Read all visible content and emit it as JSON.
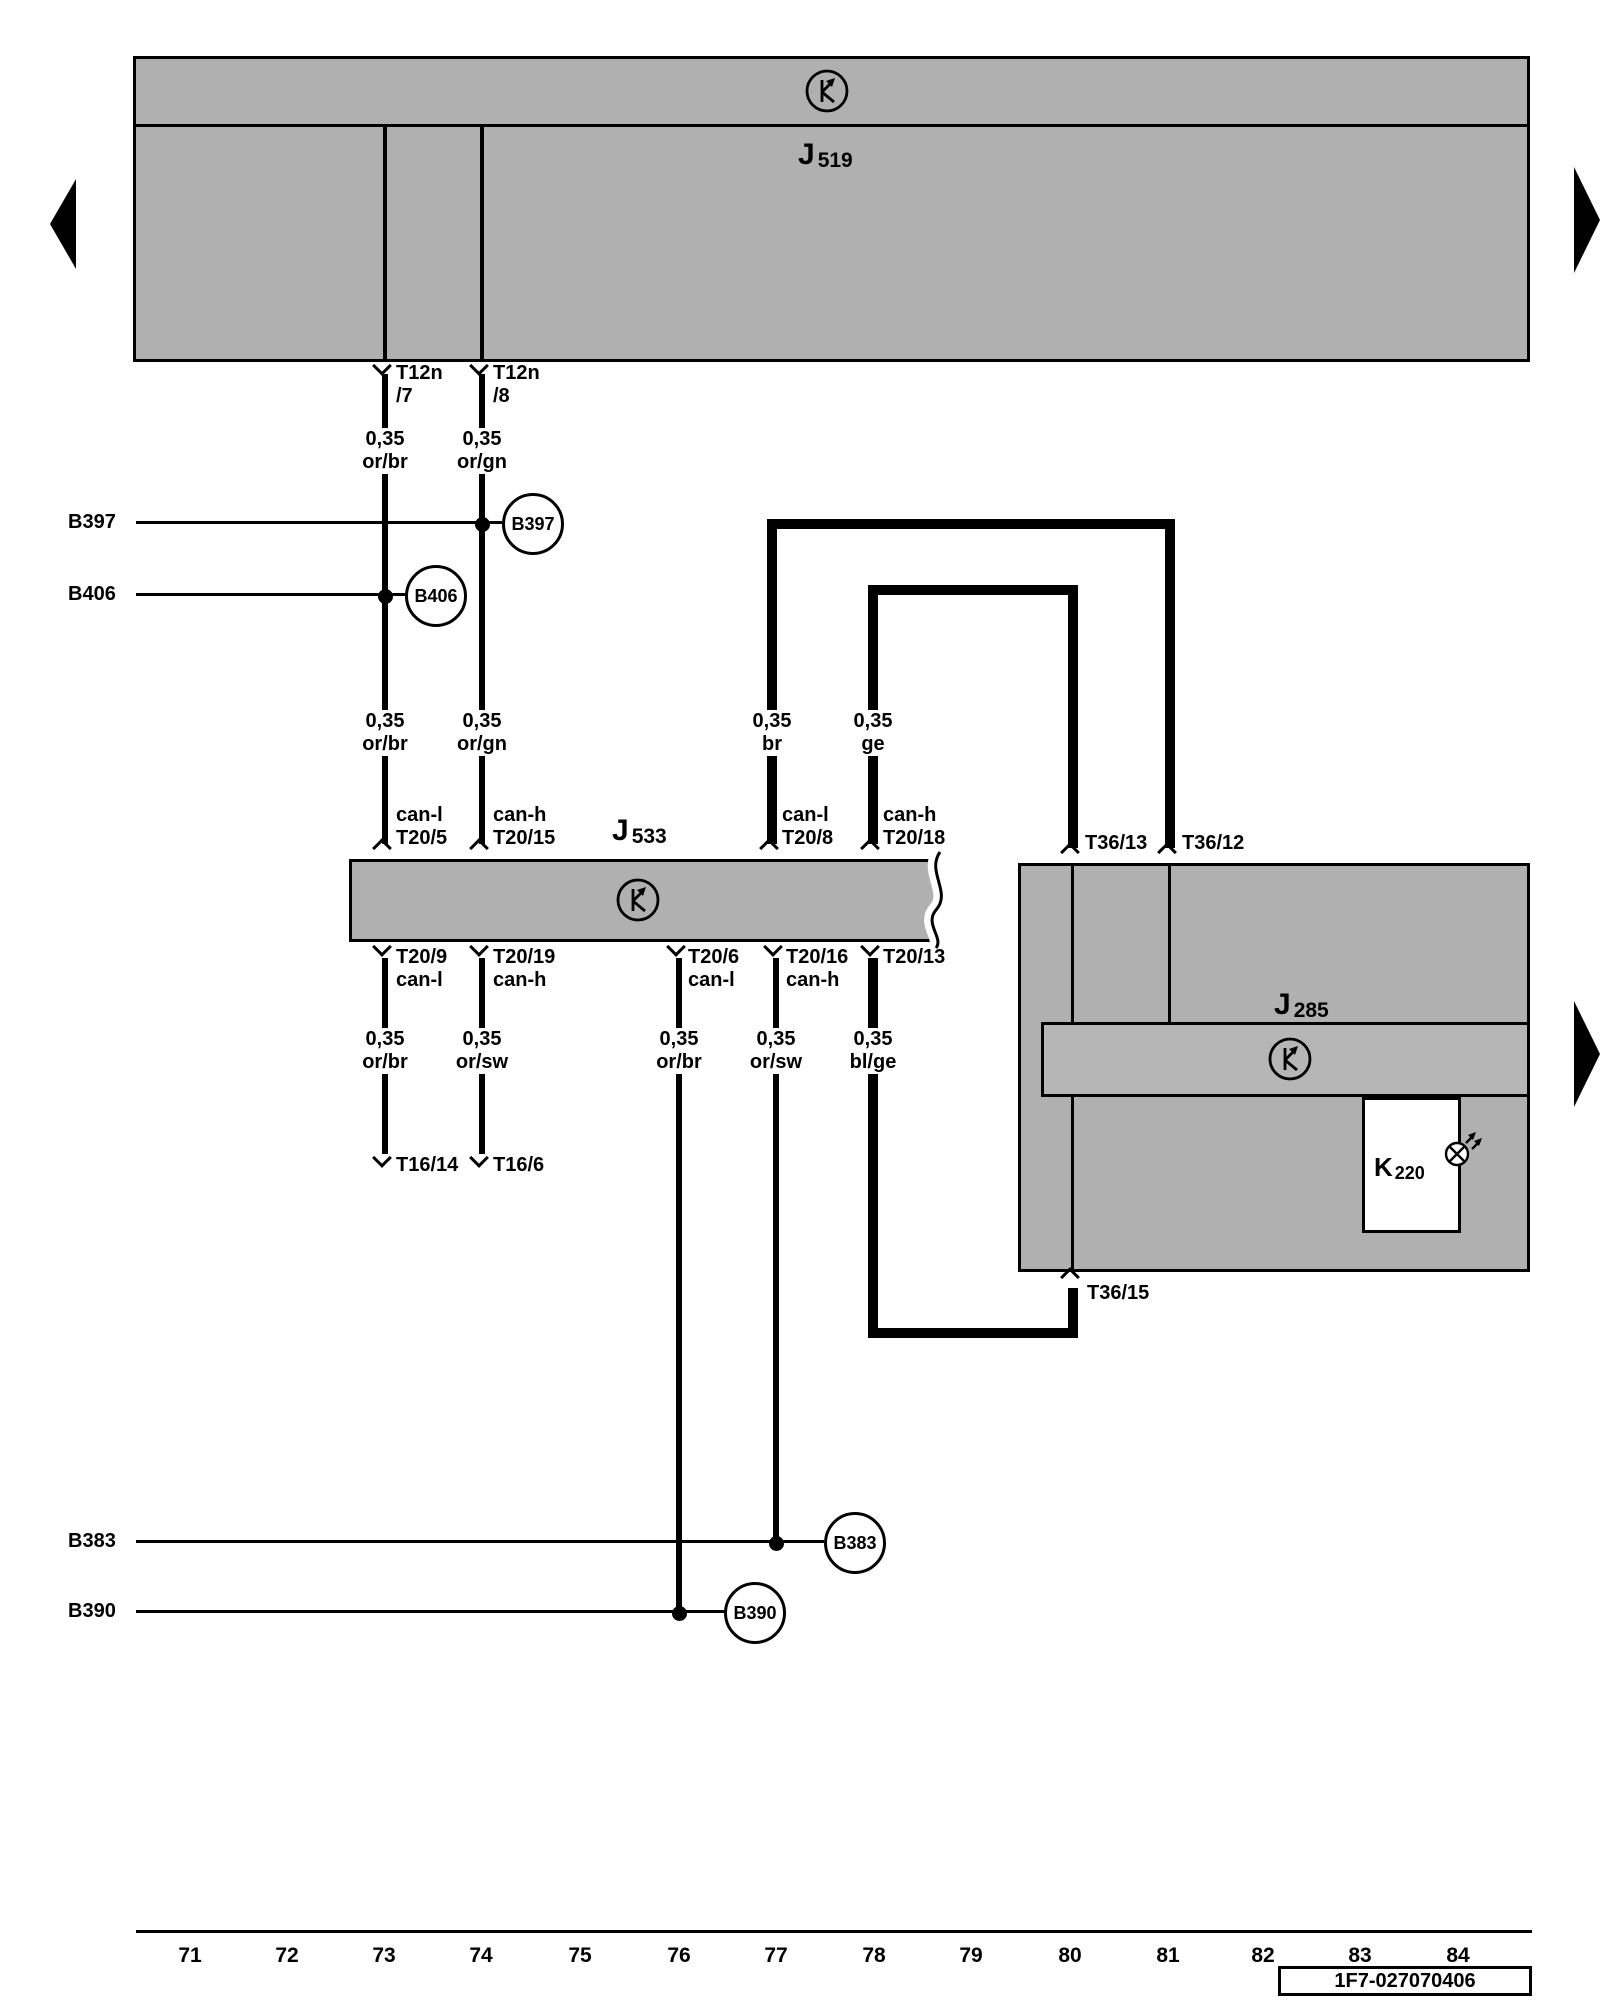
{
  "diagram": {
    "part_number": "1F7-027070406",
    "grid": [
      "71",
      "72",
      "73",
      "74",
      "75",
      "76",
      "77",
      "78",
      "79",
      "80",
      "81",
      "82",
      "83",
      "84"
    ],
    "components": {
      "j519": {
        "ref": "J",
        "num": "519"
      },
      "j533": {
        "ref": "J",
        "num": "533"
      },
      "j285": {
        "ref": "J",
        "num": "285"
      },
      "k220": {
        "ref": "K",
        "num": "220"
      }
    },
    "connection_points": {
      "b397": "B397",
      "b406": "B406",
      "b383": "B383",
      "b390": "B390"
    },
    "terminals": {
      "t12n_7": "T12n\n/7",
      "t12n_8": "T12n\n/8",
      "t20_5": "can-l\nT20/5",
      "t20_15": "can-h\nT20/15",
      "t20_8": "can-l\nT20/8",
      "t20_18": "can-h\nT20/18",
      "t20_9": "T20/9\ncan-l",
      "t20_19": "T20/19\ncan-h",
      "t20_6": "T20/6\ncan-l",
      "t20_16": "T20/16\ncan-h",
      "t20_13": "T20/13",
      "t36_13": "T36/13",
      "t36_12": "T36/12",
      "t36_15": "T36/15",
      "t16_14": "T16/14",
      "t16_6": "T16/6"
    },
    "wire_specs": {
      "upper_1": "0,35\nor/br",
      "upper_2": "0,35\nor/gn",
      "mid_1": "0,35\nor/br",
      "mid_2": "0,35\nor/gn",
      "mid_3": "0,35\nbr",
      "mid_4": "0,35\nge",
      "lower_1": "0,35\nor/br",
      "lower_2": "0,35\nor/sw",
      "lower_3": "0,35\nor/br",
      "lower_4": "0,35\nor/sw",
      "lower_5": "0,35\nbl/ge"
    },
    "colors": {
      "component_fill": "#b0b0b0",
      "line": "#000000",
      "background": "#ffffff"
    }
  }
}
